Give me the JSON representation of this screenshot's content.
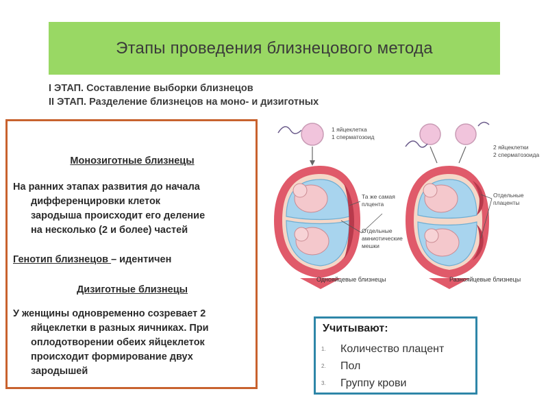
{
  "title": "Этапы проведения близнецового метода",
  "stages": [
    "I ЭТАП. Составление выборки близнецов",
    "II ЭТАП. Разделение близнецов на моно- и дизиготных"
  ],
  "left_box": {
    "mono_heading": "Монозиготные близнецы",
    "mono_para": {
      "first": "На ранних этапах развития до начала",
      "rest": [
        "дифференцировки клеток",
        "зародыша происходит его деление",
        "на несколько (2 и более) частей"
      ]
    },
    "genotype_underlined": "Генотип близнецов ",
    "genotype_rest": "– идентичен",
    "di_heading": "Дизиготные близнецы",
    "di_para": {
      "first": "У женщины одновременно созревает 2",
      "rest": [
        "яйцеклетки в разных яичниках. При",
        "оплодотворении обеих яйцеклеток",
        "происходит формирование двух",
        "зародышей"
      ]
    }
  },
  "illustration": {
    "label_one_egg": "1 яйцеклетка",
    "label_one_sperm": "1 сперматозоид",
    "label_two_eggs": "2 яйцеклетки",
    "label_two_sperm": "2 сперматозоида",
    "label_same_placenta_1": "Та же самая",
    "label_same_placenta_2": "плцента",
    "label_sep_amn_1": "Отдельные",
    "label_sep_amn_2": "амниотические",
    "label_sep_amn_3": "мешки",
    "label_sep_plac_1": "Отдельные",
    "label_sep_plac_2": "плаценты",
    "caption_identical": "Однояйцевые близнецы",
    "caption_fraternal": "Разнояйцевые близнецы",
    "colors": {
      "uterus": "#e05a6a",
      "fluid": "#a8d4ee",
      "embryo": "#f4c8cc",
      "egg": "#f1c4dc"
    }
  },
  "consider_box": {
    "caption": "Учитывают:",
    "items": [
      {
        "num": "1.",
        "label": "Количество плацент"
      },
      {
        "num": "2.",
        "label": "Пол"
      },
      {
        "num": "3.",
        "label": "Группу крови"
      }
    ]
  }
}
